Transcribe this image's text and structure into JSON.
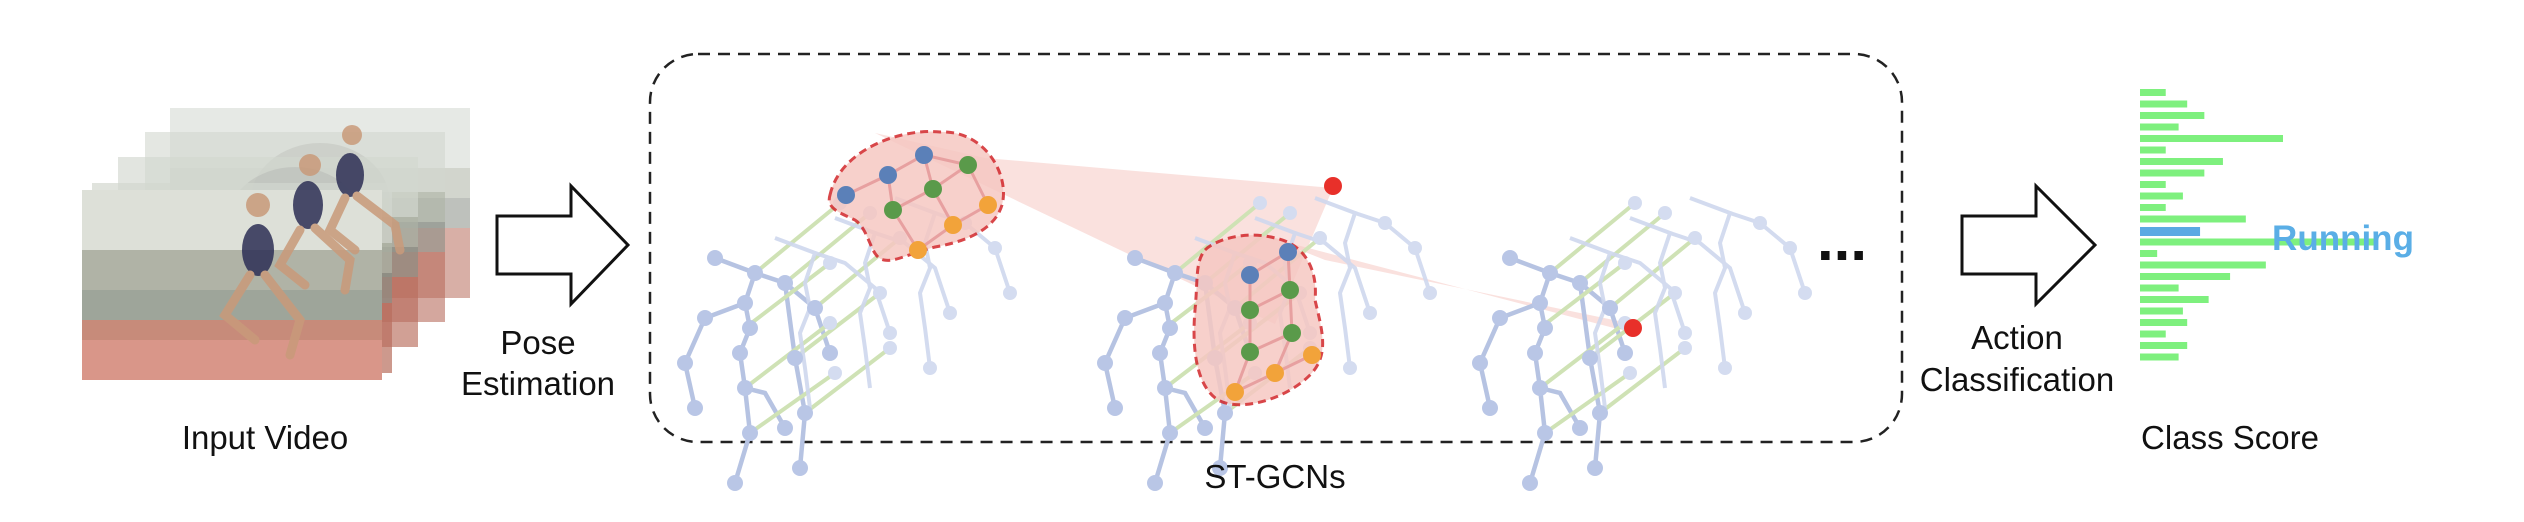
{
  "labels": {
    "input_video": "Input Video",
    "pose_line1": "Pose",
    "pose_line2": "Estimation",
    "stgcn": "ST-GCNs",
    "action_line1": "Action",
    "action_line2": "Classification",
    "class_score": "Class Score",
    "running": "Running",
    "ellipsis": "..."
  },
  "class_scores": {
    "highlighted_label": "Running",
    "highlighted_index": 12,
    "values": [
      0.18,
      0.33,
      0.45,
      0.27,
      1.0,
      0.18,
      0.58,
      0.45,
      0.18,
      0.3,
      0.18,
      0.74,
      0.42,
      1.65,
      0.12,
      0.88,
      0.63,
      0.27,
      0.48,
      0.3,
      0.33,
      0.18,
      0.33,
      0.27
    ]
  },
  "colors": {
    "score_bar": "#7ef07e",
    "score_highlight": "#5ba9e3",
    "running_text": "#5aaee6",
    "skeleton": "#aab8dc",
    "skeleton_green": "#bcdc9e",
    "region_fill": "#f6c8c2",
    "region_border": "#d2262a",
    "node_blue": "#5b80b8",
    "node_green": "#5a9a4a",
    "node_orange": "#f2a33a",
    "node_red": "#e8302a",
    "dashed_box": "#222222"
  }
}
